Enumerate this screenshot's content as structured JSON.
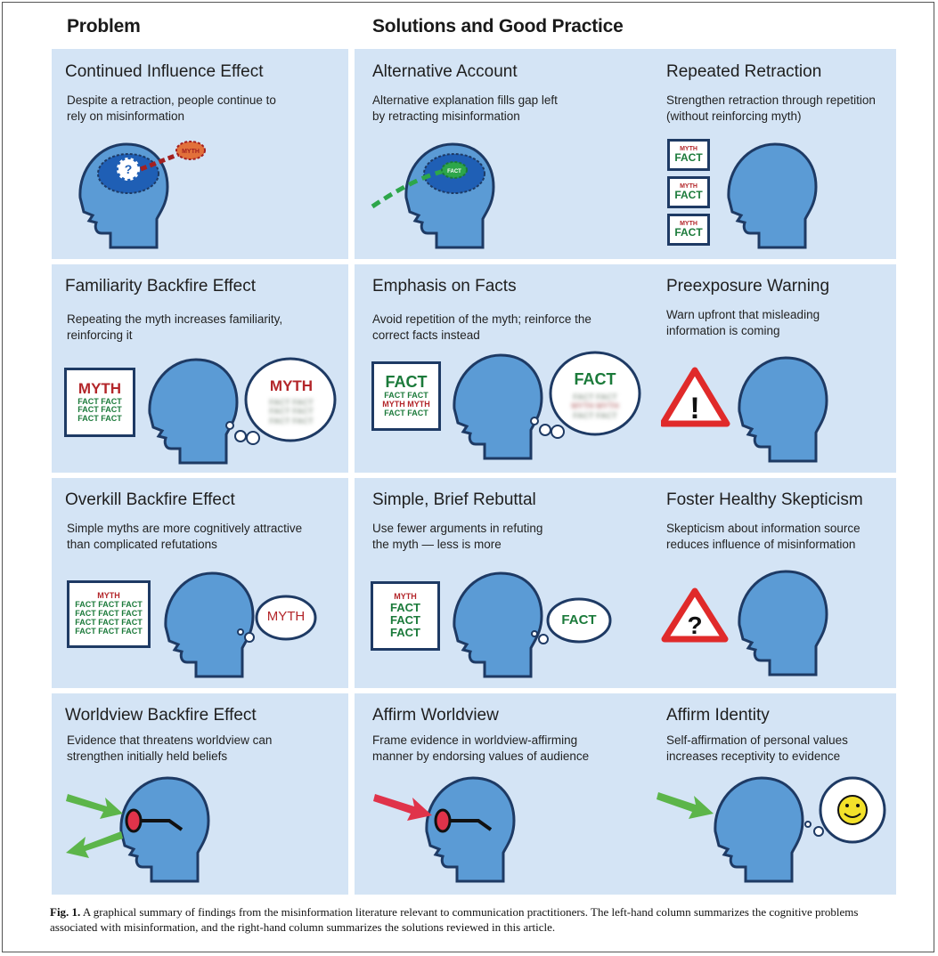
{
  "headers": {
    "problem": "Problem",
    "solutions": "Solutions and Good Practice"
  },
  "rows": [
    {
      "problem": {
        "title": "Continued Influence Effect",
        "desc": "Despite a retraction, people continue to rely on misinformation",
        "badge_q": "?",
        "badge_myth": "MYTH"
      },
      "sol1": {
        "title": "Alternative Account",
        "desc": "Alternative explanation fills gap left by retracting misinformation",
        "badge_fact": "FACT"
      },
      "sol2": {
        "title": "Repeated Retraction",
        "desc": "Strengthen retraction through repetition (without reinforcing myth)",
        "card_myth": "MYTH",
        "card_fact": "FACT"
      }
    },
    {
      "problem": {
        "title": "Familiarity Backfire Effect",
        "desc": "Repeating the myth increases familiarity, reinforcing it",
        "card_big": "MYTH",
        "card_lines": [
          "FACT FACT",
          "FACT FACT",
          "FACT FACT"
        ],
        "bubble": "MYTH",
        "bubble_blur": [
          "FACT FACT",
          "FACT FACT",
          "FACT FACT"
        ]
      },
      "sol1": {
        "title": "Emphasis on Facts",
        "desc": "Avoid repetition of the myth; reinforce the correct facts instead",
        "card_big": "FACT",
        "card_lines": [
          "FACT FACT",
          "MYTH MYTH",
          "FACT FACT"
        ],
        "bubble": "FACT",
        "bubble_blur": [
          "FACT FACT",
          "MYTH MYTH",
          "FACT FACT"
        ]
      },
      "sol2": {
        "title": "Preexposure Warning",
        "desc": "Warn upfront that misleading information is coming",
        "sign": "!"
      }
    },
    {
      "problem": {
        "title": "Overkill Backfire Effect",
        "desc": "Simple myths are more cognitively attractive than complicated refutations",
        "card_top": "MYTH",
        "card_lines": [
          "FACT FACT FACT",
          "FACT FACT FACT",
          "FACT FACT FACT",
          "FACT FACT FACT"
        ],
        "bubble": "MYTH"
      },
      "sol1": {
        "title": "Simple, Brief Rebuttal",
        "desc": "Use fewer arguments in refuting the myth — less is more",
        "card_top": "MYTH",
        "card_lines": [
          "FACT",
          "FACT",
          "FACT"
        ],
        "bubble": "FACT"
      },
      "sol2": {
        "title": "Foster Healthy Skepticism",
        "desc": "Skepticism about information source reduces influence of misinformation",
        "sign": "?"
      }
    },
    {
      "problem": {
        "title": "Worldview Backfire Effect",
        "desc": "Evidence that threatens worldview can strengthen initially held beliefs"
      },
      "sol1": {
        "title": "Affirm Worldview",
        "desc": "Frame evidence in worldview-affirming manner by endorsing values of audience"
      },
      "sol2": {
        "title": "Affirm Identity",
        "desc": "Self-affirmation of personal values increases receptivity to evidence"
      }
    }
  ],
  "caption": {
    "label": "Fig. 1.",
    "text": "A graphical summary of findings from the misinformation literature relevant to communication practitioners. The left-hand column summarizes the cognitive problems associated with misinformation, and the right-hand column summarizes the solutions reviewed in this article."
  },
  "colors": {
    "panel": "#d4e4f5",
    "head_fill": "#5b9bd5",
    "head_stroke": "#1e3a64",
    "myth_red": "#b3262a",
    "fact_green": "#1b7a3a",
    "arrow_green": "#5cb54a",
    "arrow_red": "#e0334a"
  }
}
